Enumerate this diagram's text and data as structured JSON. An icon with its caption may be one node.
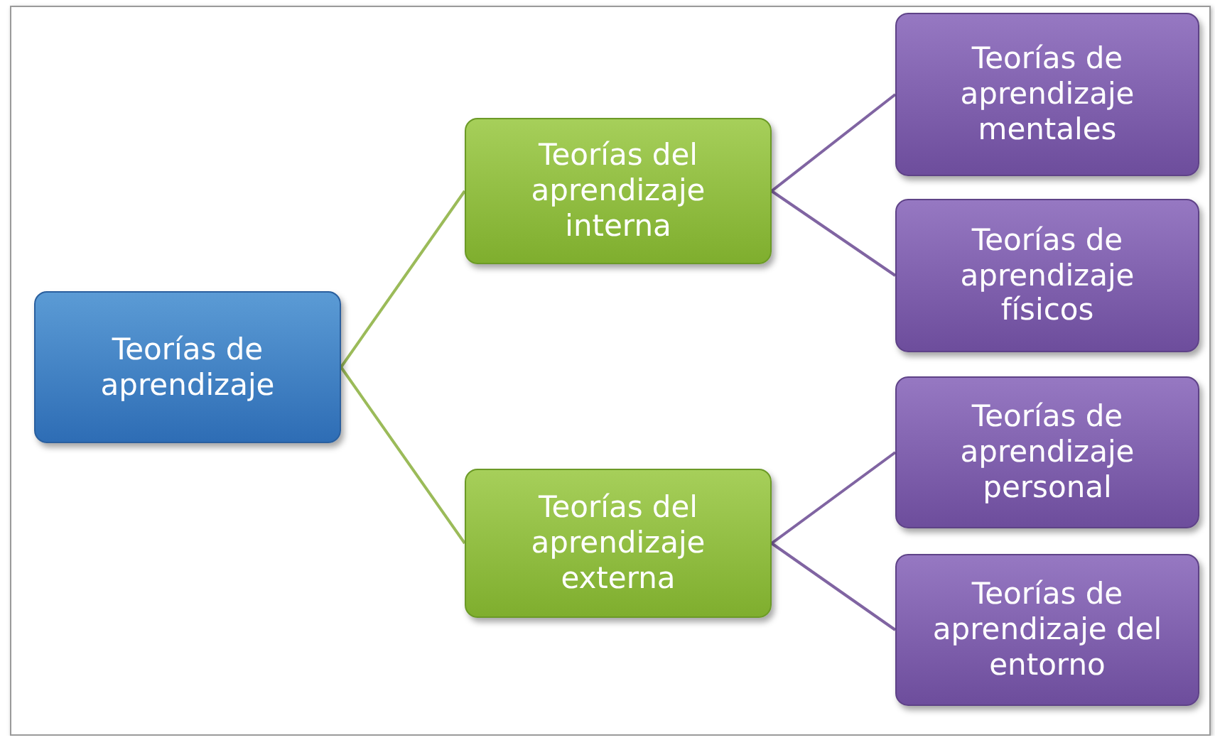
{
  "diagram": {
    "nodes": [
      {
        "text": [
          "Teorías de aprendizaje"
        ]
      },
      {
        "text": [
          "Teorías del aprendizaje interna"
        ]
      },
      {
        "text": [
          "Teorías del aprendizaje externa"
        ]
      },
      {
        "text": [
          "Teorías de aprendizaje mentales"
        ]
      },
      {
        "text": [
          "Teorías de aprendizaje físicos"
        ]
      },
      {
        "text": [
          "Teorías de aprendizaje personal"
        ]
      },
      {
        "text": [
          "Teorías de aprendizaje del entorno"
        ]
      }
    ],
    "edges": [
      {
        "from": 0,
        "to": 1,
        "arrow": "none",
        "color": "#9bbb59"
      },
      {
        "from": 0,
        "to": 2,
        "arrow": "none",
        "color": "#9bbb59"
      },
      {
        "from": 1,
        "to": 3,
        "arrow": "none"
      },
      {
        "from": 1,
        "to": 4,
        "arrow": "none"
      },
      {
        "from": 2,
        "to": 5,
        "arrow": "none"
      },
      {
        "from": 2,
        "to": 6,
        "arrow": "none"
      }
    ]
  }
}
